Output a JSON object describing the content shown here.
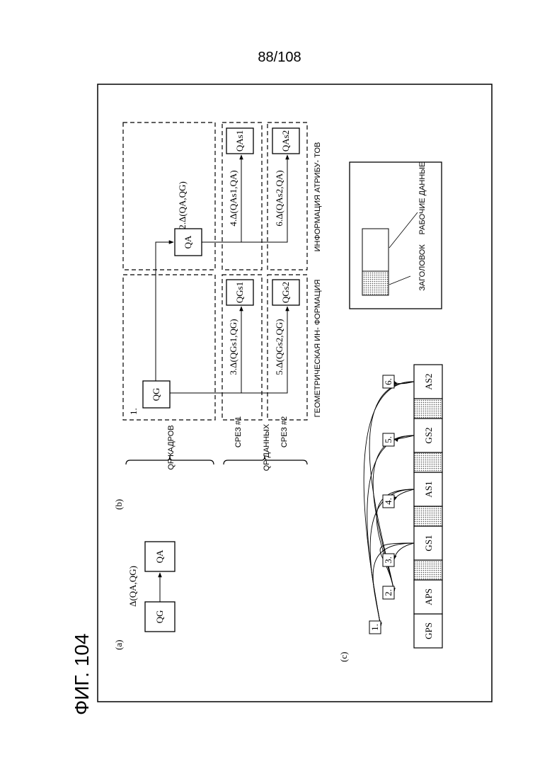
{
  "page_number": "88/108",
  "figure_label": "ФИГ. 104",
  "panel_a": {
    "label": "(a)",
    "delta": "Δ(QA,QG)",
    "box_g": "QG",
    "box_a": "QA"
  },
  "panel_b": {
    "label": "(b)",
    "frame_qp": "QP КАДРОВ",
    "data_qp": "QP ДАННЫХ",
    "slice1": "СРЕЗ #1",
    "slice2": "СРЕЗ #2",
    "geom_caption": "ГЕОМЕТРИЧЕСКАЯ ИН- ФОРМАЦИЯ",
    "attr_caption": "ИНФОРМАЦИЯ АТРИБУ- ТОВ",
    "boxes": {
      "qg": "QG",
      "qa": "QA",
      "qgs1": "QGs1",
      "qas1": "QAs1",
      "qgs2": "QGs2",
      "qas2": "QAs2"
    },
    "steps": {
      "s1": "1.",
      "s2": "2.Δ(QA,QG)",
      "s3": "3.Δ(QGs1,QG)",
      "s4": "4.Δ(QAs1,QA)",
      "s5": "5.Δ(QGs2,QG)",
      "s6": "6.Δ(QAs2,QA)"
    }
  },
  "legend": {
    "header": "ЗАГОЛОВОК",
    "payload": "РАБОЧИЕ ДАННЫЕ"
  },
  "panel_c": {
    "label": "(c)",
    "cells": [
      "GPS",
      "APS",
      "GS1",
      "AS1",
      "GS2",
      "AS2"
    ],
    "markers": [
      "1.",
      "2.",
      "3.",
      "4.",
      "5.",
      "6."
    ]
  }
}
